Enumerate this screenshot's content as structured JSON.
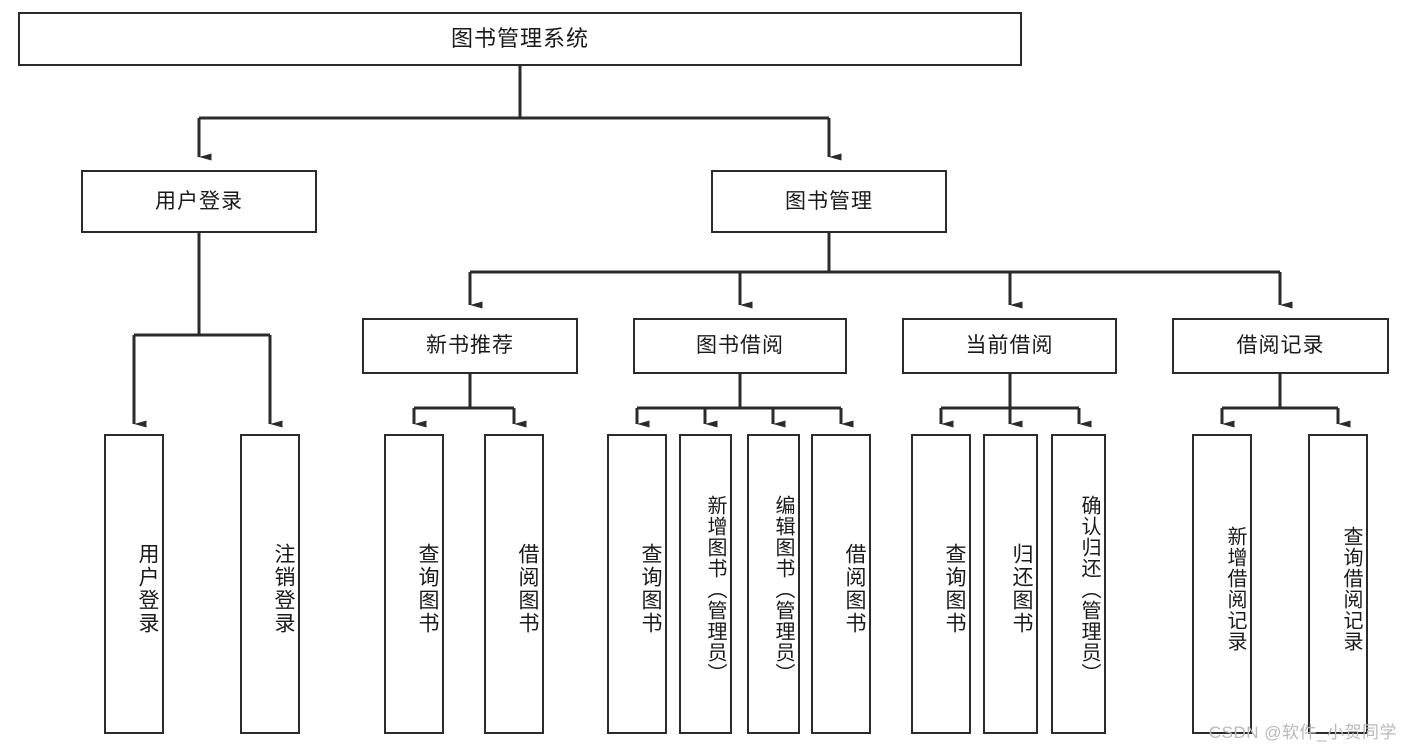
{
  "diagram": {
    "type": "hierarchy-tree",
    "title": "图书管理系统",
    "colors": {
      "box_border": "#2b2b2b",
      "box_fill": "#ffffff",
      "connector": "#2b2b2b",
      "text": "#1a1a1a",
      "watermark": "#b9b9b9"
    },
    "root": {
      "label": "图书管理系统"
    },
    "level2": [
      {
        "label": "用户登录"
      },
      {
        "label": "图书管理"
      }
    ],
    "level3": [
      {
        "label": "新书推荐"
      },
      {
        "label": "图书借阅"
      },
      {
        "label": "当前借阅"
      },
      {
        "label": "借阅记录"
      }
    ],
    "leaves": {
      "user_login": [
        {
          "label": "用户登录"
        },
        {
          "label": "注销登录"
        }
      ],
      "new_book_recommend": [
        {
          "label": "查询图书"
        },
        {
          "label": "借阅图书"
        }
      ],
      "book_borrow": [
        {
          "label": "查询图书"
        },
        {
          "label": "新增图书（管理员）"
        },
        {
          "label": "编辑图书（管理员）"
        },
        {
          "label": "借阅图书"
        }
      ],
      "current_borrow": [
        {
          "label": "查询图书"
        },
        {
          "label": "归还图书"
        },
        {
          "label": "确认归还（管理员）"
        }
      ],
      "borrow_record": [
        {
          "label": "新增借阅记录"
        },
        {
          "label": "查询借阅记录"
        }
      ]
    }
  },
  "watermark": {
    "text": "CSDN @软件_小贺同学"
  }
}
